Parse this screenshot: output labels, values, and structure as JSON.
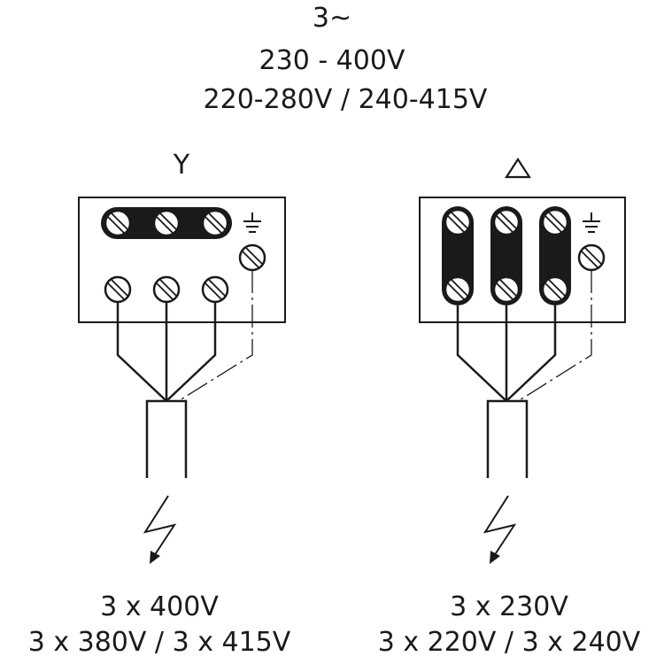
{
  "header": {
    "phase": "3~",
    "voltage_range": "230 - 400V",
    "voltage_alt": "220-280V / 240-415V"
  },
  "star": {
    "symbol": "Y",
    "supply_main": "3 x 400V",
    "supply_alt": "3 x 380V / 3 x 415V"
  },
  "delta": {
    "symbol": "△",
    "supply_main": "3 x 230V",
    "supply_alt": "3 x 220V / 3 x 240V"
  }
}
